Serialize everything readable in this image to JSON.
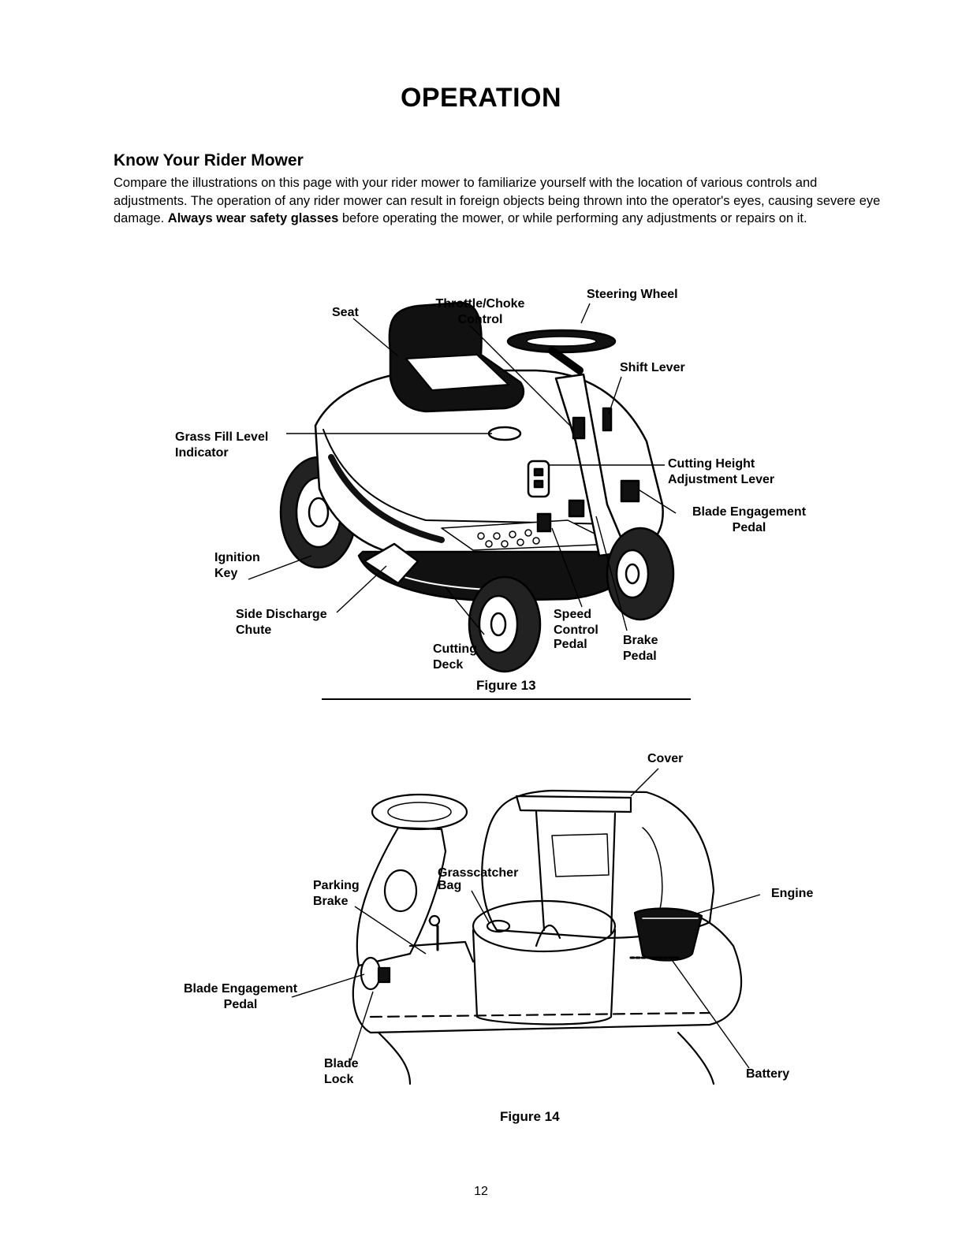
{
  "page": {
    "title": "OPERATION",
    "section_heading": "Know Your Rider Mower",
    "intro_part1": "Compare the illustrations on this page with your rider mower to familiarize yourself with the location of various controls and adjustments. The operation of any rider mower can result in foreign objects being thrown into the operator's eyes, causing severe eye damage. ",
    "intro_bold": "Always wear safety glasses",
    "intro_part2": " before operating the mower, or while performing any adjustments or repairs on it.",
    "page_number": "12"
  },
  "figure13": {
    "caption": "Figure 13",
    "labels": {
      "seat": "Seat",
      "throttle_1": "Throttle/Choke",
      "throttle_2": "Control",
      "steering_wheel": "Steering Wheel",
      "shift_lever": "Shift Lever",
      "grass_fill_1": "Grass Fill Level",
      "grass_fill_2": "Indicator",
      "cutting_height_1": "Cutting Height",
      "cutting_height_2": "Adjustment Lever",
      "blade_engagement_1": "Blade Engagement",
      "blade_engagement_2": "Pedal",
      "ignition_1": "Ignition",
      "ignition_2": "Key",
      "side_discharge_1": "Side Discharge",
      "side_discharge_2": "Chute",
      "speed_1": "Speed",
      "speed_2": "Control",
      "speed_3": "Pedal",
      "brake_1": "Brake",
      "brake_2": "Pedal",
      "cutting_deck_1": "Cutting",
      "cutting_deck_2": "Deck"
    }
  },
  "figure14": {
    "caption": "Figure 14",
    "labels": {
      "cover": "Cover",
      "parking_1": "Parking",
      "parking_2": "Brake",
      "grasscatcher_1": "Grasscatcher",
      "grasscatcher_2": "Bag",
      "engine": "Engine",
      "blade_engagement_1": "Blade Engagement",
      "blade_engagement_2": "Pedal",
      "blade_lock_1": "Blade",
      "blade_lock_2": "Lock",
      "battery": "Battery"
    }
  }
}
